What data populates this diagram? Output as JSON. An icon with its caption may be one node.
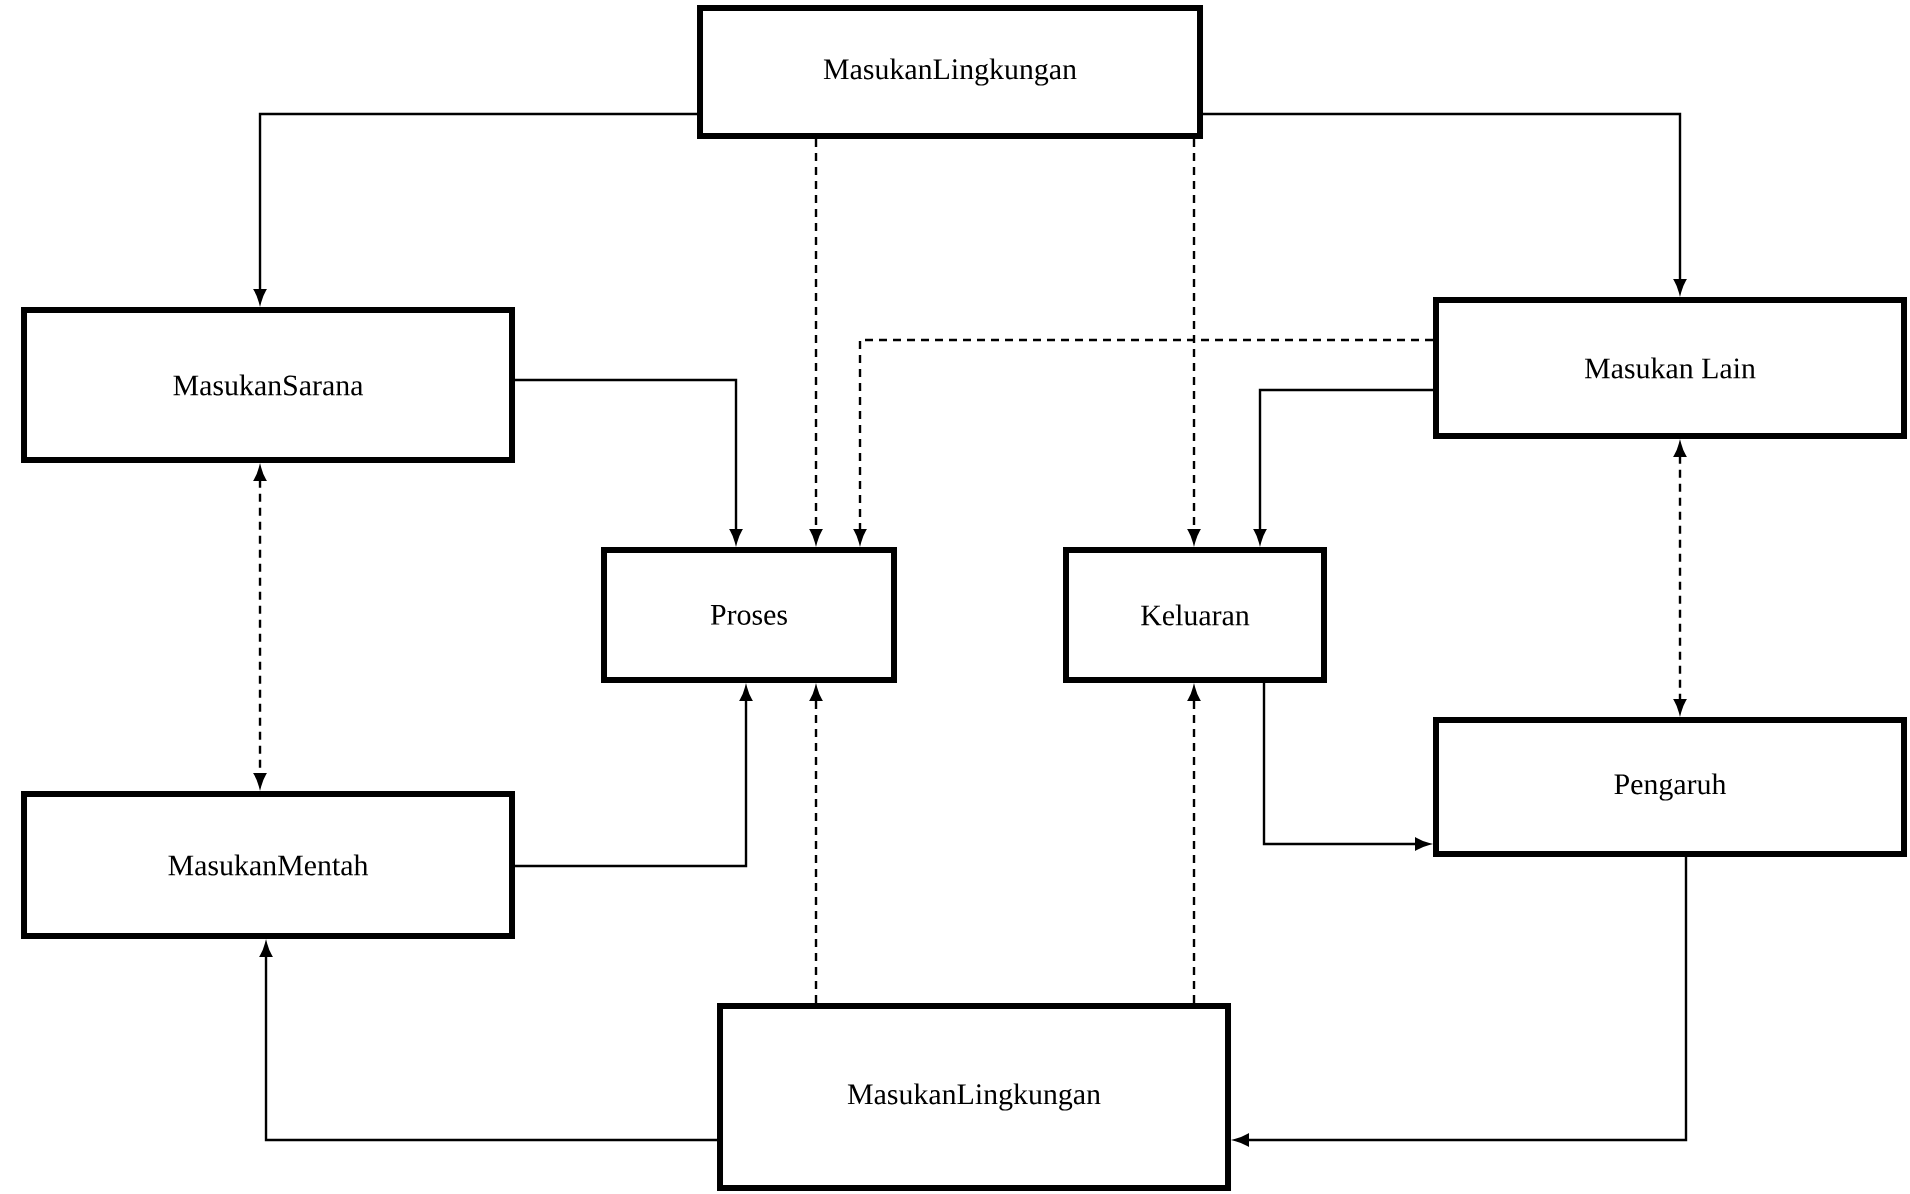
{
  "diagram": {
    "nodes": [
      {
        "text": [
          "MasukanLingkungan"
        ]
      },
      {
        "text": [
          "MasukanSarana"
        ]
      },
      {
        "text": [
          "Masukan Lain"
        ]
      },
      {
        "text": [
          "Proses"
        ]
      },
      {
        "text": [
          "Keluaran"
        ]
      },
      {
        "text": [
          "MasukanMentah"
        ]
      },
      {
        "text": [
          "Pengaruh"
        ]
      },
      {
        "text": [
          "MasukanLingkungan"
        ]
      }
    ],
    "edges": [
      {
        "from": 0,
        "to": 1,
        "arrow": "to"
      },
      {
        "from": 0,
        "to": 2,
        "arrow": "to"
      },
      {
        "from": 0,
        "to": 3,
        "arrow": "to",
        "style": "dashed"
      },
      {
        "from": 2,
        "to": 3,
        "arrow": "to",
        "style": "dashed"
      },
      {
        "from": 1,
        "to": 3,
        "arrow": "to"
      },
      {
        "from": 0,
        "to": 4,
        "arrow": "to",
        "style": "dashed"
      },
      {
        "from": 2,
        "to": 4,
        "arrow": "to"
      },
      {
        "from": 1,
        "to": 5,
        "arrow": "both",
        "style": "dashed"
      },
      {
        "from": 2,
        "to": 6,
        "arrow": "both",
        "style": "dashed"
      },
      {
        "from": 5,
        "to": 3,
        "arrow": "to"
      },
      {
        "from": 7,
        "to": 3,
        "arrow": "to",
        "style": "dashed"
      },
      {
        "from": 7,
        "to": 4,
        "arrow": "to",
        "style": "dashed"
      },
      {
        "from": 4,
        "to": 6,
        "arrow": "to"
      },
      {
        "from": 7,
        "to": 5,
        "arrow": "to"
      },
      {
        "from": 6,
        "to": 7,
        "arrow": "to"
      }
    ]
  }
}
